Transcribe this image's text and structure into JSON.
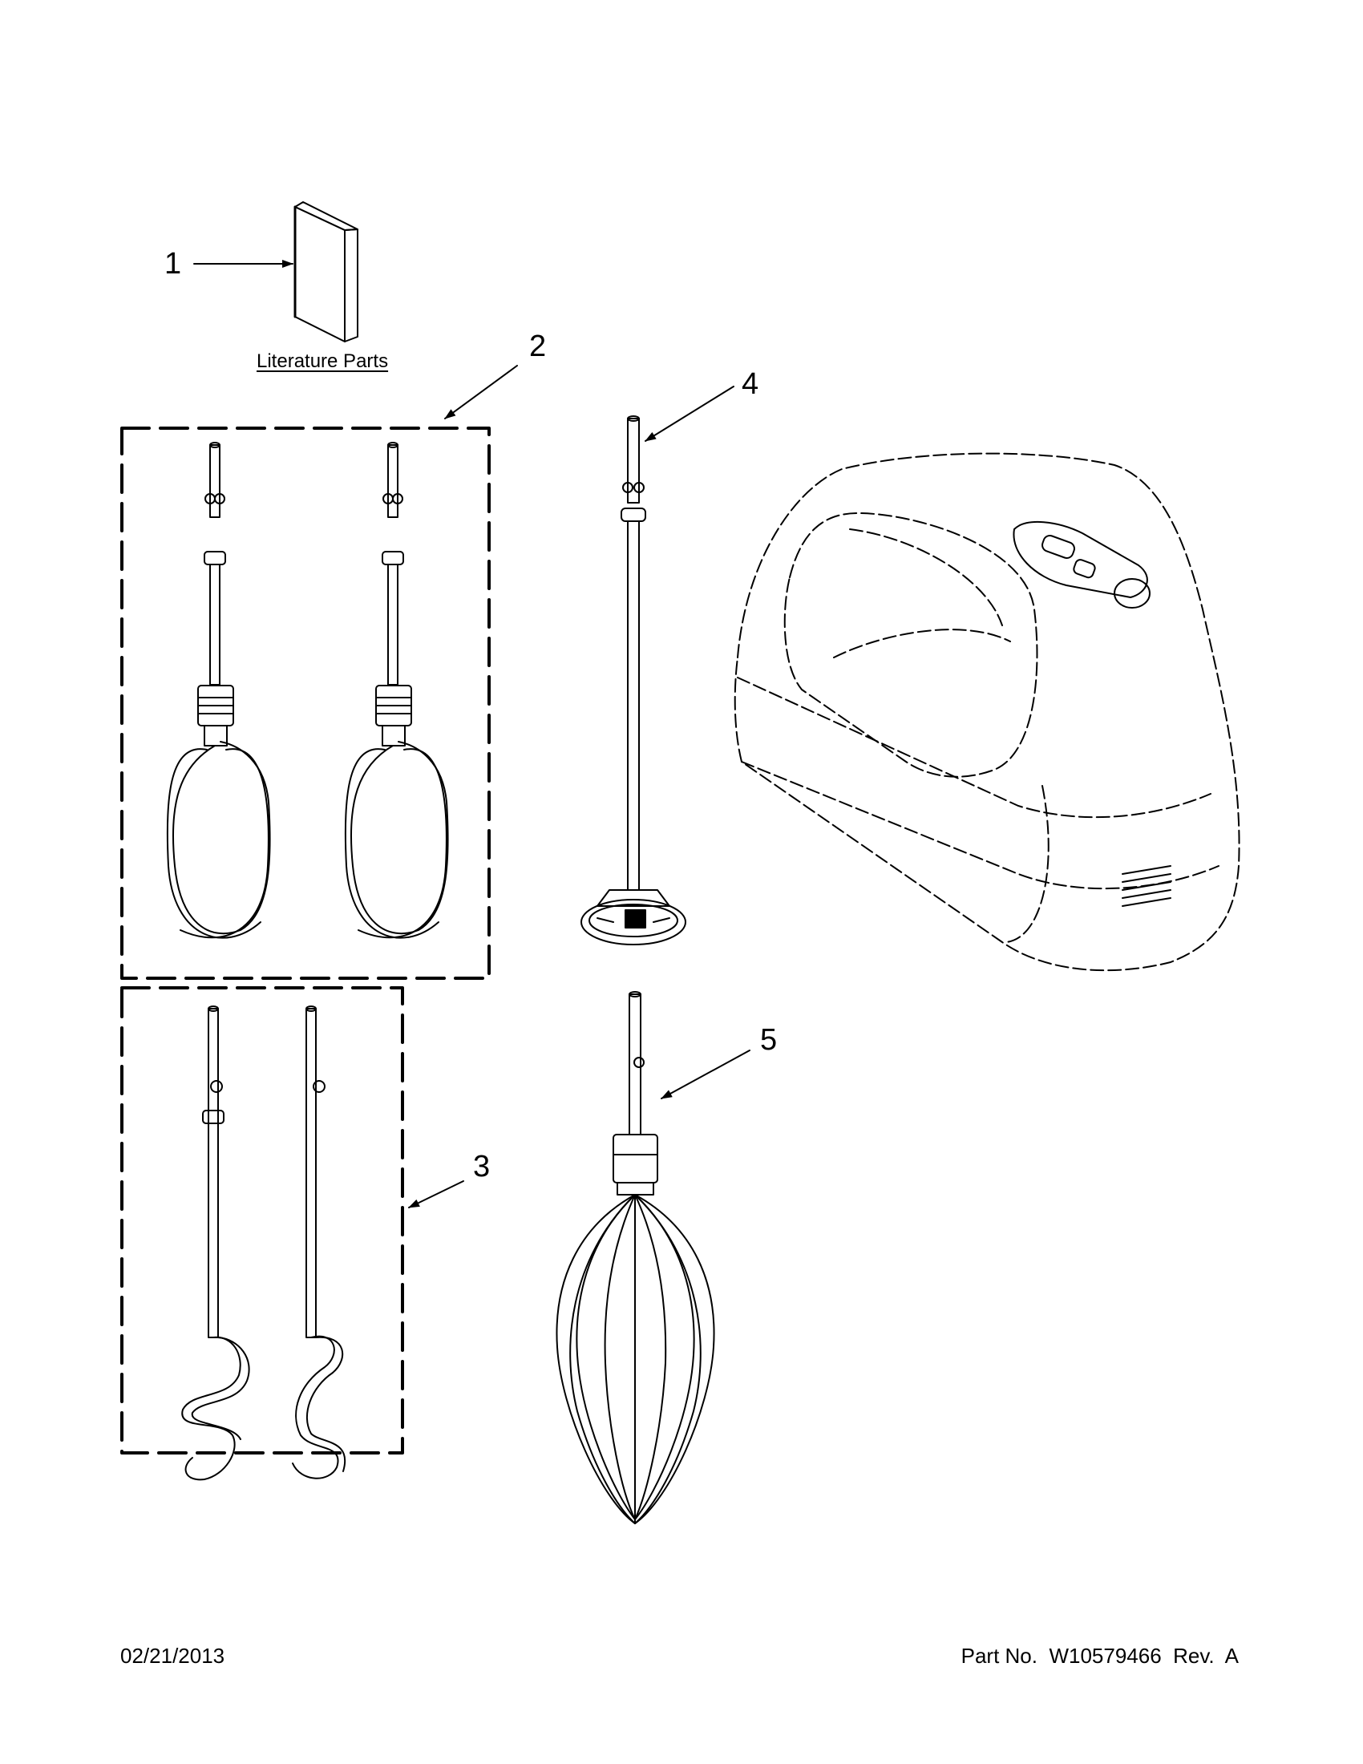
{
  "diagram": {
    "callouts": [
      "1",
      "2",
      "3",
      "4",
      "5"
    ],
    "literature_label": "Literature Parts"
  },
  "footer": {
    "date": "02/21/2013",
    "part_number": "Part No.  W10579466  Rev.  A"
  },
  "colors": {
    "line": "#000000",
    "background": "#ffffff"
  }
}
